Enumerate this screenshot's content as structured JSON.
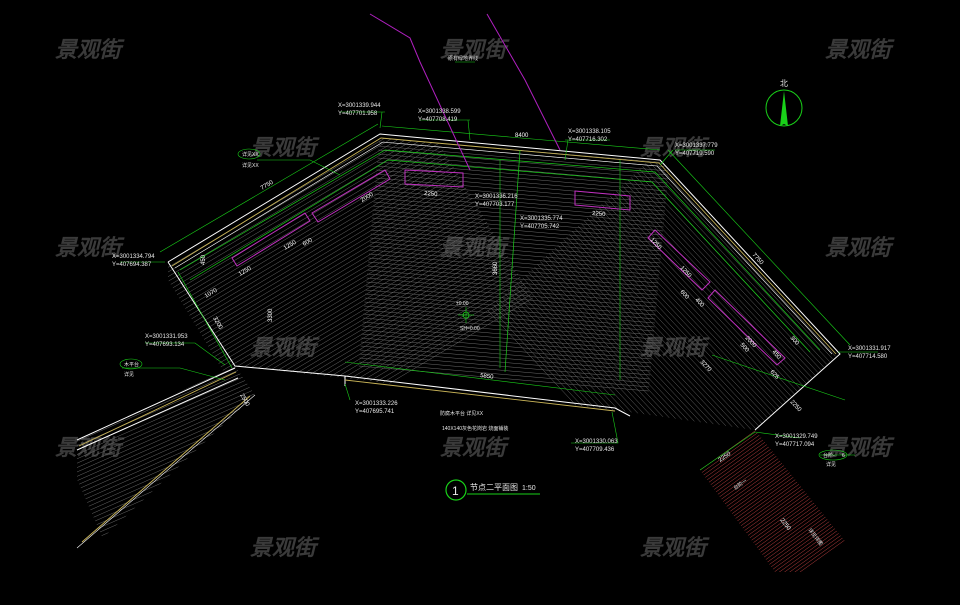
{
  "watermark": {
    "text": "景观街",
    "color": "#3a3a3a"
  },
  "north_arrow": {
    "label": "北"
  },
  "title_block": {
    "number": "1",
    "title": "节点二平面图",
    "scale": "1:50"
  },
  "coordinates": [
    {
      "x": "X=3001339.944",
      "y": "Y=407701.958"
    },
    {
      "x": "X=3001338.599",
      "y": "Y=407708.419"
    },
    {
      "x": "X=3001338.105",
      "y": "Y=407716.302"
    },
    {
      "x": "X=3001337.779",
      "y": "Y=407719.590"
    },
    {
      "x": "X=3001334.794",
      "y": "Y=407694.387"
    },
    {
      "x": "X=3001331.953",
      "y": "Y=407693.134"
    },
    {
      "x": "X=3001333.226",
      "y": "Y=407695.741"
    },
    {
      "x": "X=3001330.063",
      "y": "Y=407709.436"
    },
    {
      "x": "X=3001329.749",
      "y": "Y=407717.094"
    },
    {
      "x": "X=3001331.917",
      "y": "Y=407714.580"
    },
    {
      "x": "X=3001336.216",
      "y": "Y=407703.177"
    },
    {
      "x": "X=3001335.774",
      "y": "Y=407705.742"
    }
  ],
  "dimensions": {
    "top_span": "8400",
    "left_span": "7750",
    "right_span": "7750",
    "bottom_span": "5850",
    "center_vertical": "3660",
    "left_bench_1": "1250",
    "left_bench_2": "1250",
    "left_bench_3": "2000",
    "top_bench_left": "2250",
    "top_bench_right": "2250",
    "right_bench_1": "1250",
    "right_bench_2": "1250",
    "right_bench_3": "2000",
    "left_offset_1": "600",
    "left_offset_2": "1070",
    "left_depth": "3300",
    "left_lower": "3200",
    "right_lower": "3270",
    "right_lower_2": "2250",
    "right_stair": "2250",
    "right_path_1": "2250",
    "right_path_2": "500",
    "left_path": "2500",
    "small_1": "450",
    "small_2": "600",
    "small_3": "450",
    "small_4": "400",
    "small_5": "625",
    "small_6": "300"
  },
  "annotations": {
    "center_elevation": "±0.00",
    "center_mark": "SH=0.00",
    "edge_note": "140X140灰色花岗岩 烧面铺装",
    "top_note": "原有绿地界线",
    "left_tag_top": "详见XX",
    "left_tag_bottom": "详见XX",
    "left_tag2_top": "木平台",
    "left_tag2_bottom": "详见",
    "right_tag_top": "台阶-",
    "right_tag_bottom": "详见",
    "right_tag_num": "6",
    "stair_label": "台阶一",
    "bottom_note": "详见详图",
    "wood_note": "防腐木平台 详见XX"
  }
}
